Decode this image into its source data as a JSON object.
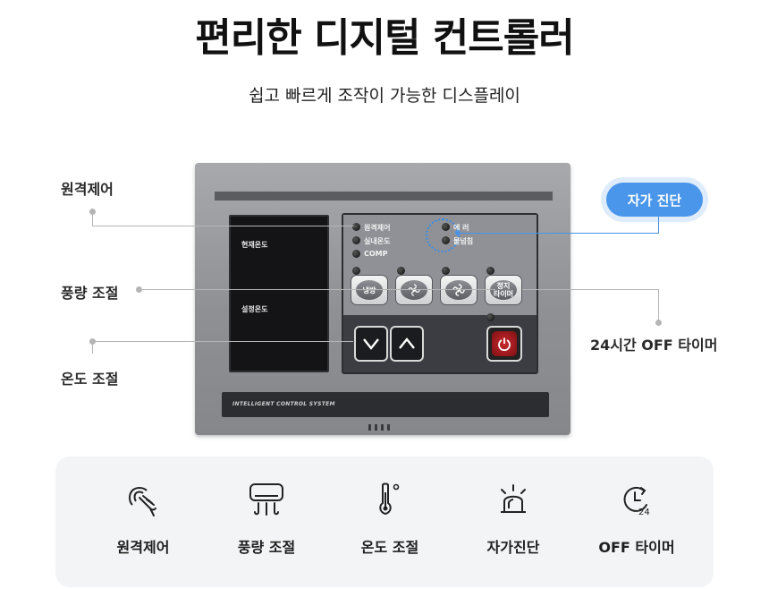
{
  "header": {
    "title": "편리한 디지털 컨트롤러",
    "subtitle": "쉽고 빠르게 조작이 가능한 디스플레이"
  },
  "device": {
    "current_temp_label": "현재온도",
    "set_temp_label": "설정온도",
    "indicators_left": [
      "원격제어",
      "실내온도",
      "COMP"
    ],
    "indicators_right": [
      "에 러",
      "물넘침"
    ],
    "mode_buttons": [
      "냉방",
      "",
      "",
      "정지\n타이머"
    ],
    "footer_text": "INTELLIGENT CONTROL SYSTEM"
  },
  "callouts": {
    "remote": "원격제어",
    "fan": "풍량 조절",
    "temp": "온도 조절",
    "self_diagnosis": "자가 진단",
    "timer": "24시간 OFF 타이머"
  },
  "features": [
    {
      "icon": "remote-hand-icon",
      "label": "원격제어"
    },
    {
      "icon": "air-vent-icon",
      "label": "풍량 조절"
    },
    {
      "icon": "thermometer-icon",
      "label": "온도 조절"
    },
    {
      "icon": "alarm-light-icon",
      "label": "자가진단"
    },
    {
      "icon": "timer-24-icon",
      "label": "OFF 타이머"
    }
  ],
  "colors": {
    "accent": "#4a96ea",
    "callout_line": "#b5b5b5"
  }
}
